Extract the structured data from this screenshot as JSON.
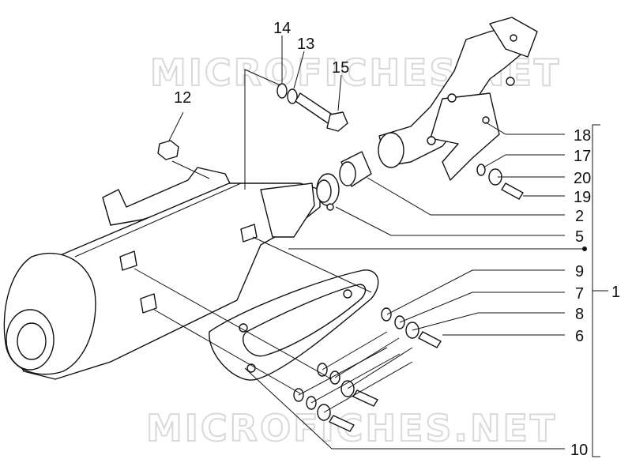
{
  "watermark": "MICROFICHES.NET",
  "callouts": {
    "c1": "1",
    "c2": "2",
    "c5": "5",
    "c6": "6",
    "c7": "7",
    "c8": "8",
    "c9": "9",
    "c10": "10",
    "c12": "12",
    "c13": "13",
    "c14": "14",
    "c15": "15",
    "c17": "17",
    "c18": "18",
    "c19": "19",
    "c20": "20"
  }
}
